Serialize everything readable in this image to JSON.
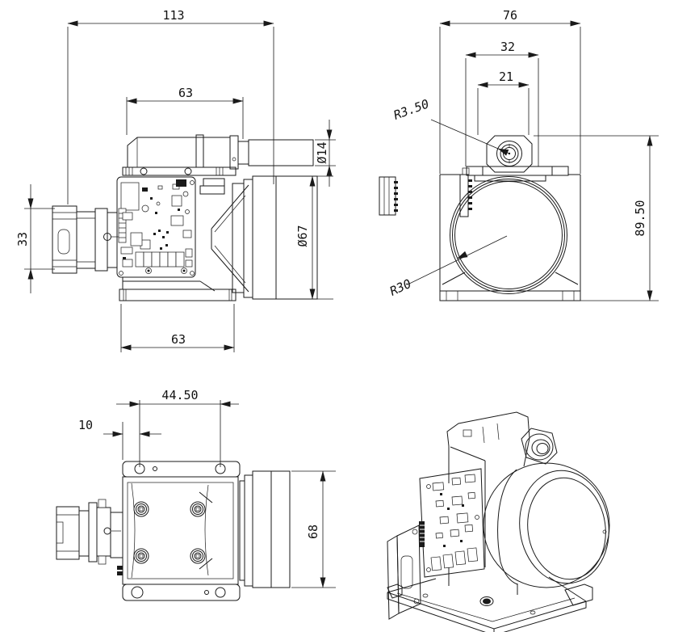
{
  "page": {
    "background": "#ffffff",
    "line_color": "#1a1a1a",
    "type": "engineering-drawing"
  },
  "views": {
    "side": {
      "dims": {
        "total_width": "113",
        "top_width": "63",
        "rear_height": "33",
        "base_width": "63",
        "tube_dia": "Ø14",
        "lens_dia": "Ø67"
      }
    },
    "front": {
      "dims": {
        "width": "76",
        "bracket_width": "32",
        "tube_width": "21",
        "tube_radius": "R3.50",
        "lens_radius": "R30",
        "height": "89.50"
      }
    },
    "bottom": {
      "dims": {
        "hole_spacing": "44.50",
        "edge_offset": "10",
        "body_height": "68"
      }
    }
  }
}
